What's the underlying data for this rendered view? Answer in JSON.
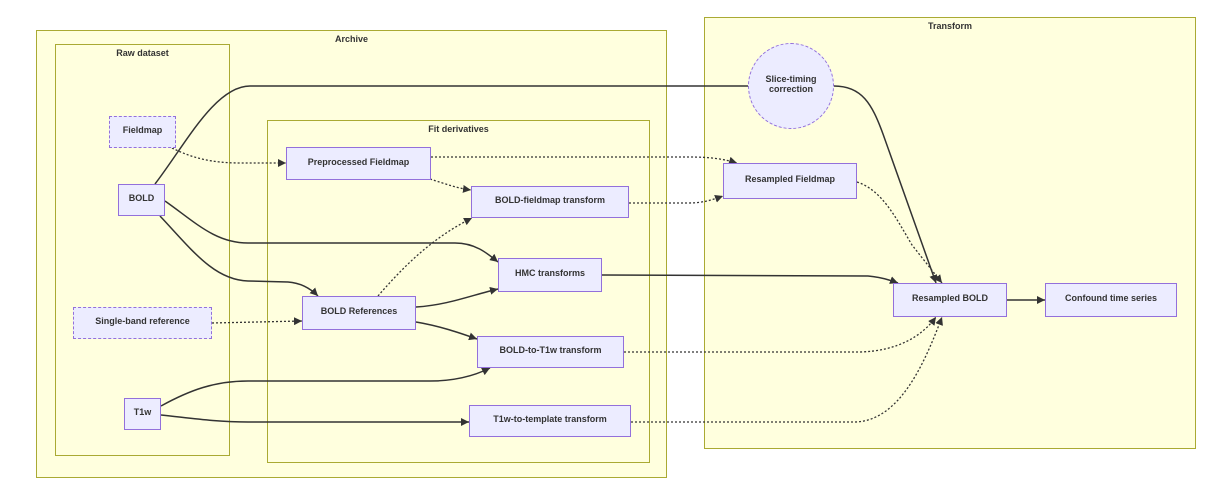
{
  "colors": {
    "node_fill": "#ececff",
    "node_border": "#9370db",
    "cluster_fill": "#ffffde",
    "cluster_border": "#aaaa33",
    "edge": "#333333",
    "text": "#333333"
  },
  "archive": {
    "title": "Archive",
    "raw_dataset": {
      "title": "Raw dataset",
      "nodes": {
        "fieldmap": "Fieldmap",
        "bold": "BOLD",
        "single_band_reference": "Single-band reference",
        "t1w": "T1w"
      }
    },
    "fit_derivatives": {
      "title": "Fit derivatives",
      "nodes": {
        "preprocessed_fieldmap": "Preprocessed Fieldmap",
        "bold_fieldmap_transform": "BOLD-fieldmap transform",
        "hmc_transforms": "HMC transforms",
        "bold_references": "BOLD References",
        "bold_to_t1w_transform": "BOLD-to-T1w transform",
        "t1w_to_template_transform": "T1w-to-template transform"
      }
    }
  },
  "transform": {
    "title": "Transform",
    "nodes": {
      "slice_timing_correction": "Slice-timing correction",
      "resampled_fieldmap": "Resampled Fieldmap",
      "resampled_bold": "Resampled BOLD",
      "confound_time_series": "Confound time series"
    }
  }
}
